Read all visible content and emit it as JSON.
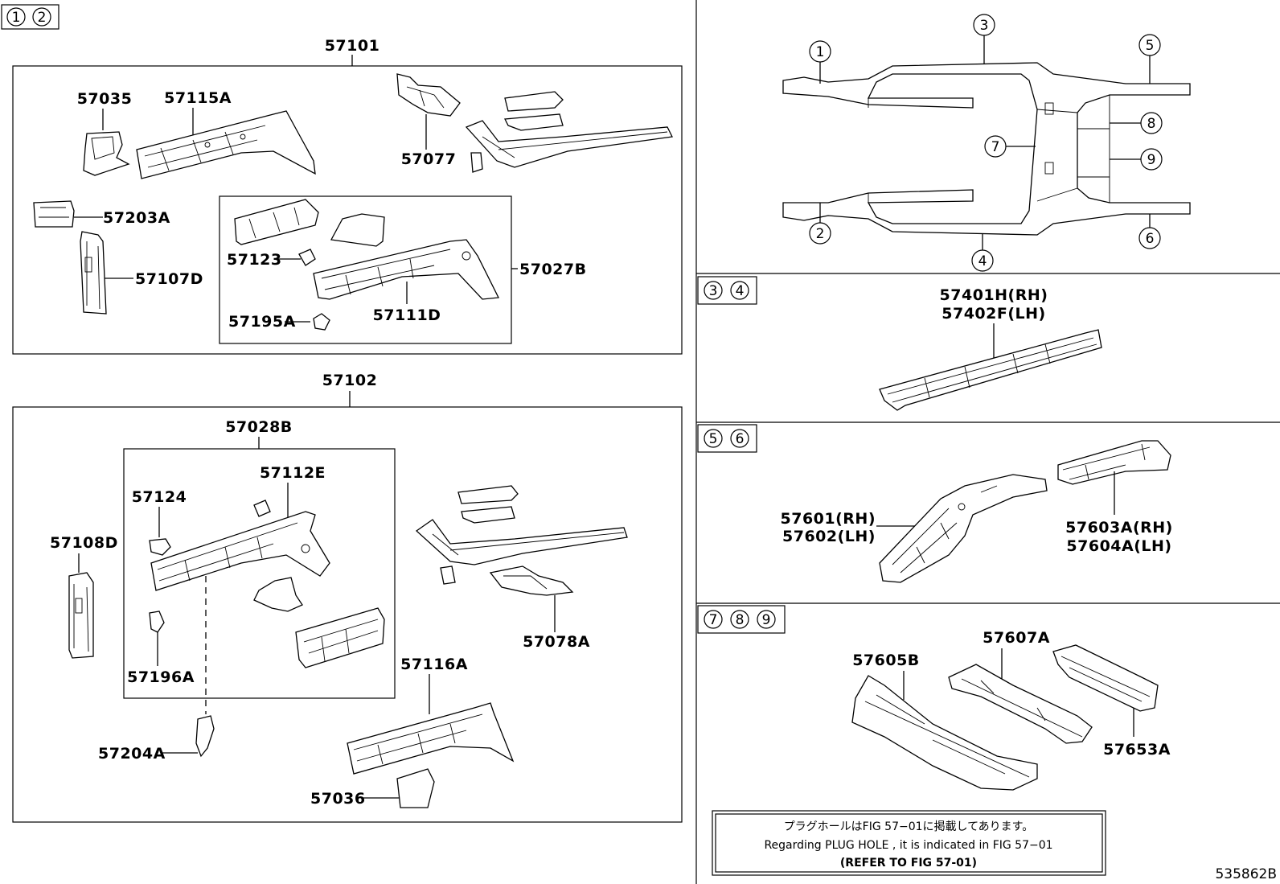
{
  "sections": {
    "s12": {
      "circles": [
        "1",
        "2"
      ]
    },
    "s34": {
      "circles": [
        "3",
        "4"
      ]
    },
    "s56": {
      "circles": [
        "5",
        "6"
      ]
    },
    "s789": {
      "circles": [
        "7",
        "8",
        "9"
      ]
    }
  },
  "overview_callouts": [
    "1",
    "2",
    "3",
    "4",
    "5",
    "6",
    "7",
    "8",
    "9"
  ],
  "parts": {
    "p57101": "57101",
    "p57035": "57035",
    "p57115A": "57115A",
    "p57077": "57077",
    "p57203A": "57203A",
    "p57107D": "57107D",
    "p57123": "57123",
    "p57027B": "57027B",
    "p57195A": "57195A",
    "p57111D": "57111D",
    "p57102": "57102",
    "p57028B": "57028B",
    "p57112E": "57112E",
    "p57124": "57124",
    "p57108D": "57108D",
    "p57078A": "57078A",
    "p57196A": "57196A",
    "p57116A": "57116A",
    "p57204A": "57204A",
    "p57036": "57036",
    "p57401H": "57401H(RH)",
    "p57402F": "57402F(LH)",
    "p57601": "57601(RH)",
    "p57602": "57602(LH)",
    "p57603A": "57603A(RH)",
    "p57604A": "57604A(LH)",
    "p57607A": "57607A",
    "p57605B": "57605B",
    "p57653A": "57653A"
  },
  "note": {
    "jp": "プラグホールはFIG 57−01に掲載してあります。",
    "en": "Regarding PLUG HOLE , it is indicated in FIG 57−01",
    "ref": "(REFER TO FIG 57-01)"
  },
  "figure_id": "535862B"
}
